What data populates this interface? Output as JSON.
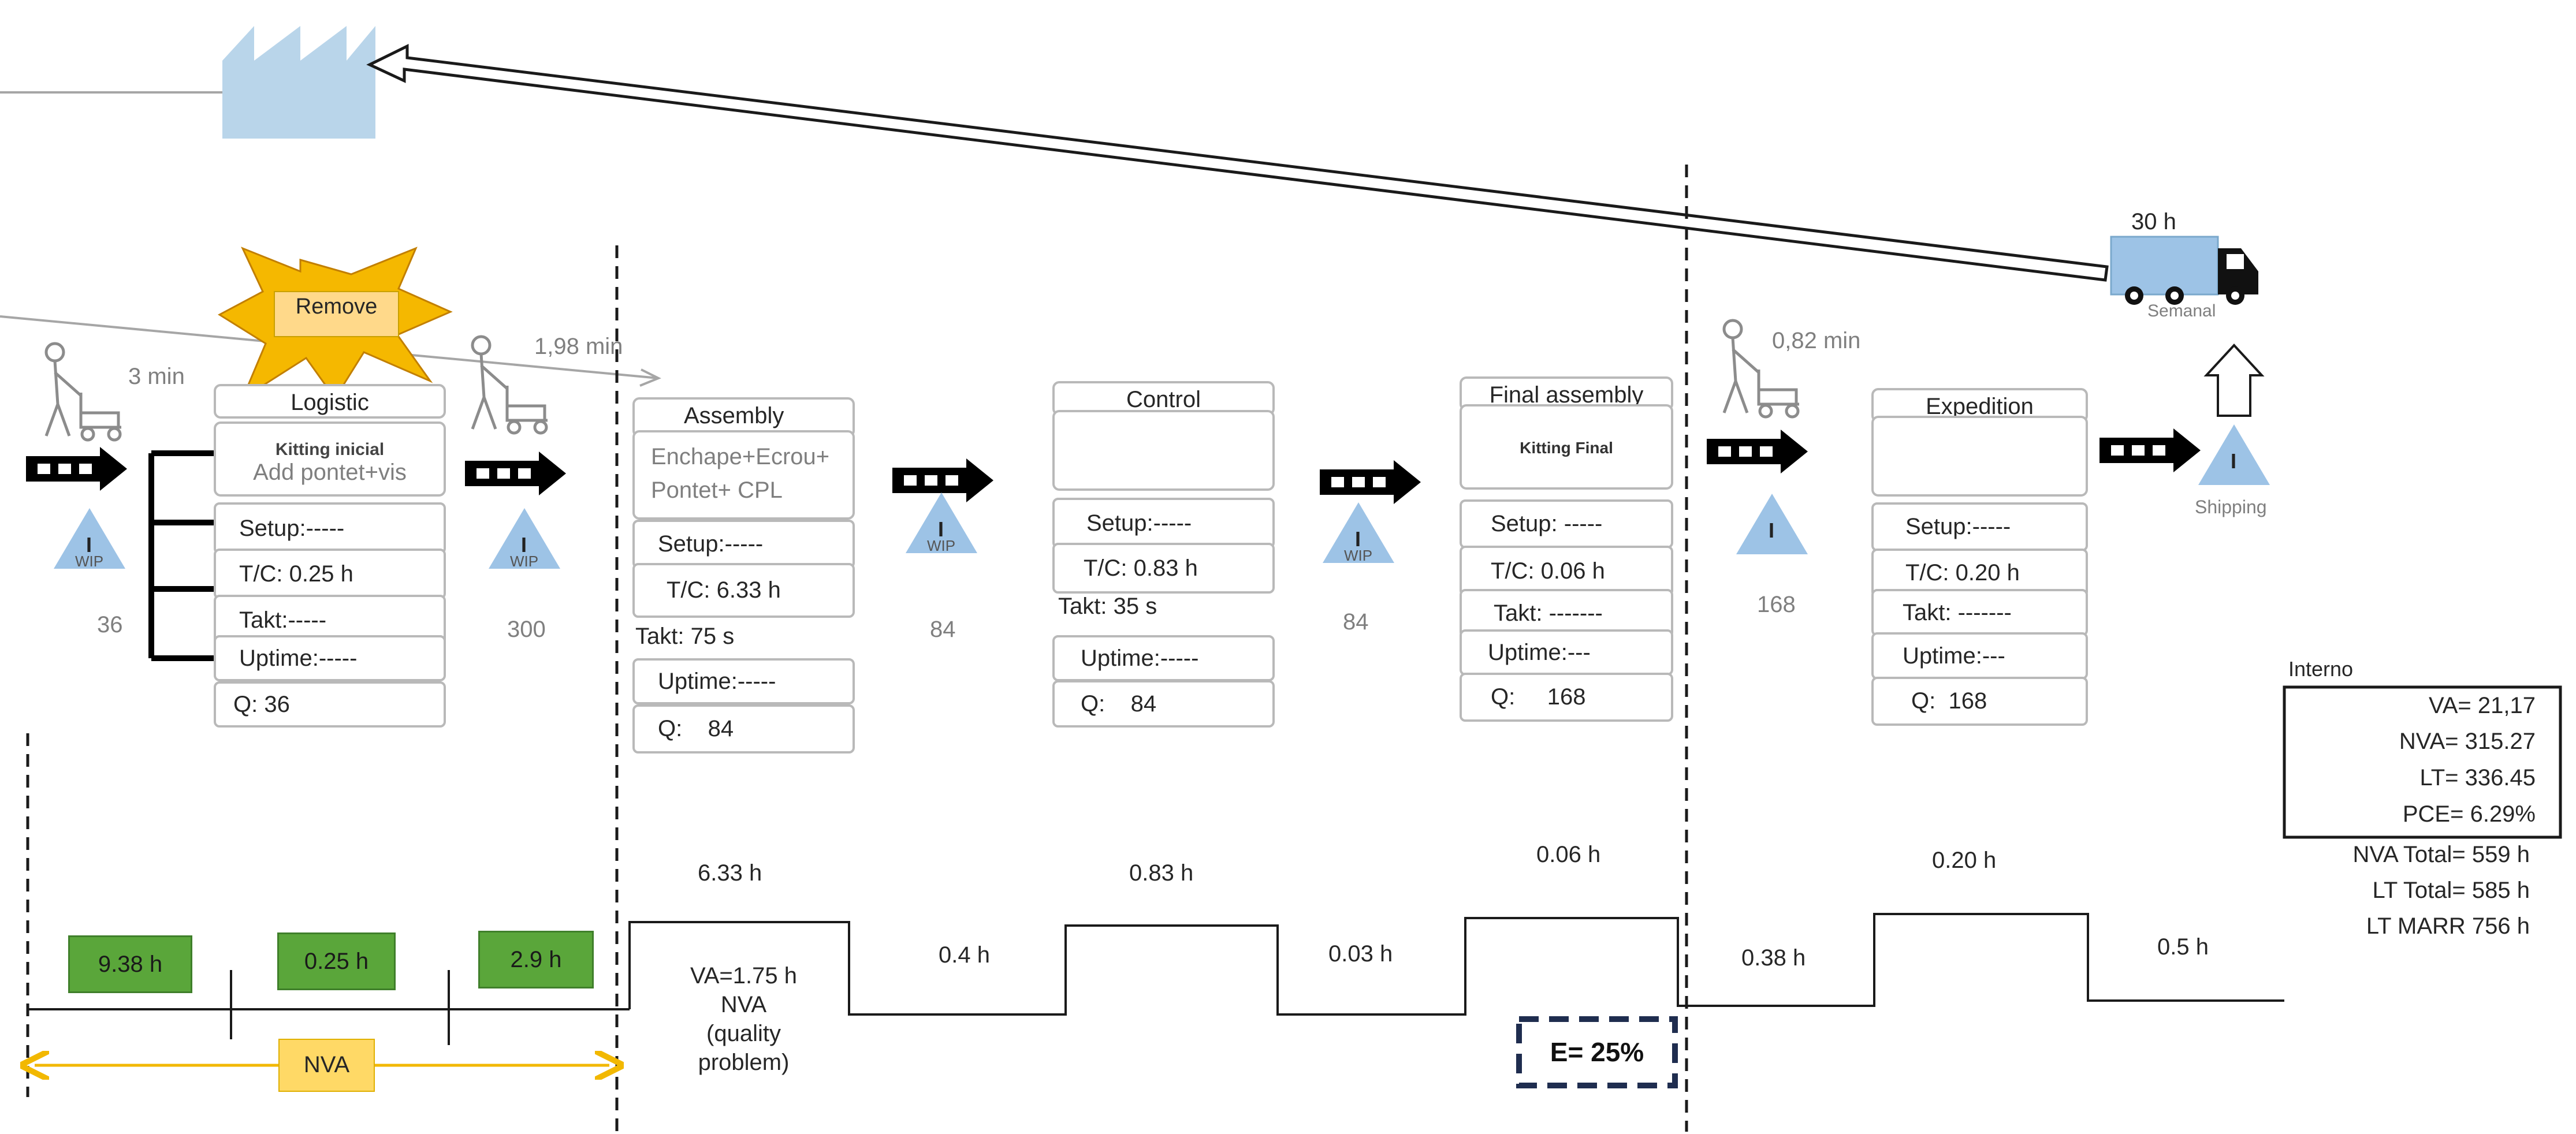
{
  "burst_label": "Remove",
  "truck_lead_time": "30 h",
  "truck_label": "Semanal",
  "shipping_label": "Shipping",
  "travel_times": {
    "t1": "3 min",
    "t2": "1,98 min",
    "t3": "0,82 min"
  },
  "inventory_letter": "I",
  "wip_label": "WIP",
  "inventories": [
    "36",
    "300",
    "84",
    "84",
    "168"
  ],
  "logistic": {
    "title": "Logistic",
    "line1": "Kitting inicial",
    "line2": "Add pontet+vis",
    "setup": "Setup:-----",
    "tc": "T/C: 0.25 h",
    "takt": "Takt:-----",
    "uptime": "Uptime:-----",
    "q": "Q: 36"
  },
  "assembly": {
    "title": "Assembly",
    "line1": "Enchape+Ecrou+",
    "line2": "Pontet+ CPL",
    "setup": "Setup:-----",
    "tc": "T/C: 6.33 h",
    "takt": "Takt: 75 s",
    "uptime": "Uptime:-----",
    "q": "Q:    84"
  },
  "control": {
    "title": "Control",
    "setup": "Setup:-----",
    "tc": "T/C: 0.83 h",
    "takt": "Takt: 35 s",
    "uptime": "Uptime:-----",
    "q": "Q:    84"
  },
  "final_assembly": {
    "title": "Final assembly",
    "line1": "Kitting Final",
    "setup": "Setup: -----",
    "tc": "T/C: 0.06 h",
    "takt": "Takt: -------",
    "uptime": "Uptime:---",
    "q": "Q:     168"
  },
  "expedition": {
    "title": "Expedition",
    "setup": "Setup:-----",
    "tc": "T/C: 0.20 h",
    "takt": "Takt: -------",
    "uptime": "Uptime:---",
    "q": "Q:  168"
  },
  "timeline": {
    "green": [
      "9.38 h",
      "0.25 h",
      "2.9 h"
    ],
    "nva_label": "NVA",
    "upper": [
      "6.33 h",
      "0.83 h",
      "0.06 h",
      "0.20 h"
    ],
    "lower": [
      "0.4 h",
      "0.03 h",
      "0.38 h",
      "0.5 h"
    ],
    "va_note": [
      "VA=1.75 h",
      "NVA",
      "(quality",
      "problem)"
    ],
    "efficiency": "E= 25%"
  },
  "summary": {
    "header": "Interno",
    "va": "VA=  21,17",
    "nva": "NVA=  315.27",
    "lt": "LT=  336.45",
    "pce": "PCE=  6.29%",
    "nva_total": "NVA Total=  559 h",
    "lt_total": "LT Total=  585 h",
    "lt_marr": "LT MARR  756 h"
  },
  "colors": {
    "factory": "#b9d5ea",
    "inventory_triangle": "#9dc3e6",
    "truck": "#9dc3e6",
    "green_box": "#5aa63a",
    "nva_box": "#ffd966",
    "burst": "#f5b800",
    "efficiency_border": "#1f2d4f"
  }
}
